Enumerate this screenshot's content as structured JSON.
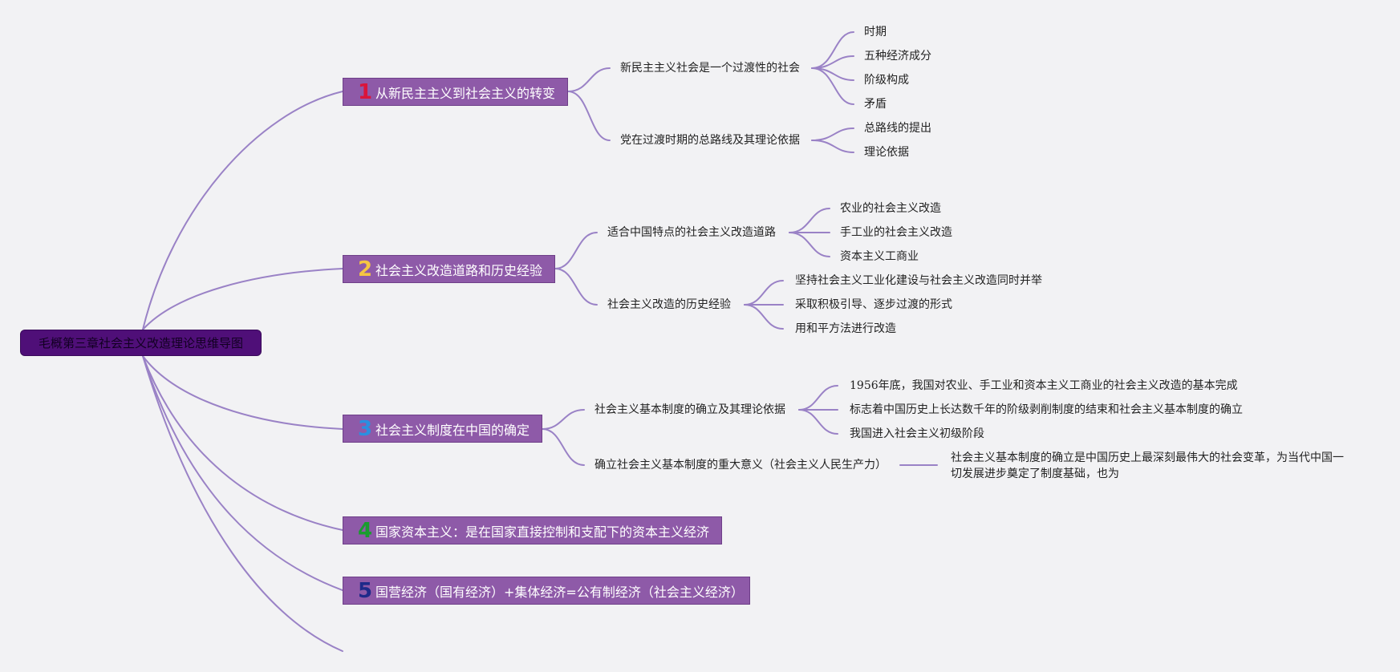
{
  "root": {
    "label": "毛概第三章社会主义改造理论思维导图"
  },
  "colors": {
    "link": "#9a82c6",
    "root_bg": "#4f0f78",
    "branch_bg": "#8e5aa8"
  },
  "branches": [
    {
      "num": "1",
      "label": "从新民主主义到社会主义的转变",
      "children": [
        {
          "label": "新民主主义社会是一个过渡性的社会",
          "children": [
            "时期",
            "五种经济成分",
            "阶级构成",
            "矛盾"
          ]
        },
        {
          "label": "党在过渡时期的总路线及其理论依据",
          "children": [
            "总路线的提出",
            "理论依据"
          ]
        }
      ]
    },
    {
      "num": "2",
      "label": "社会主义改造道路和历史经验",
      "children": [
        {
          "label": "适合中国特点的社会主义改造道路",
          "children": [
            "农业的社会主义改造",
            "手工业的社会主义改造",
            "资本主义工商业"
          ]
        },
        {
          "label": "社会主义改造的历史经验",
          "children": [
            "坚持社会主义工业化建设与社会主义改造同时并举",
            "采取积极引导、逐步过渡的形式",
            "用和平方法进行改造"
          ]
        }
      ]
    },
    {
      "num": "3",
      "label": "社会主义制度在中国的确定",
      "children": [
        {
          "label": "社会主义基本制度的确立及其理论依据",
          "children": [
            "1956年底，我国对农业、手工业和资本主义工商业的社会主义改造的基本完成",
            "标志着中国历史上长达数千年的阶级剥削制度的结束和社会主义基本制度的确立",
            "我国进入社会主义初级阶段"
          ]
        },
        {
          "label": "确立社会主义基本制度的重大意义（社会主义人民生产力）",
          "children": [
            "社会主义基本制度的确立是中国历史上最深刻最伟大的社会变革，为当代中国一切发展进步奠定了制度基础，也为"
          ]
        }
      ]
    },
    {
      "num": "4",
      "label": "国家资本主义：是在国家直接控制和支配下的资本主义经济",
      "children": []
    },
    {
      "num": "5",
      "label": "国营经济（国有经济）+集体经济=公有制经济（社会主义经济）",
      "children": []
    }
  ]
}
